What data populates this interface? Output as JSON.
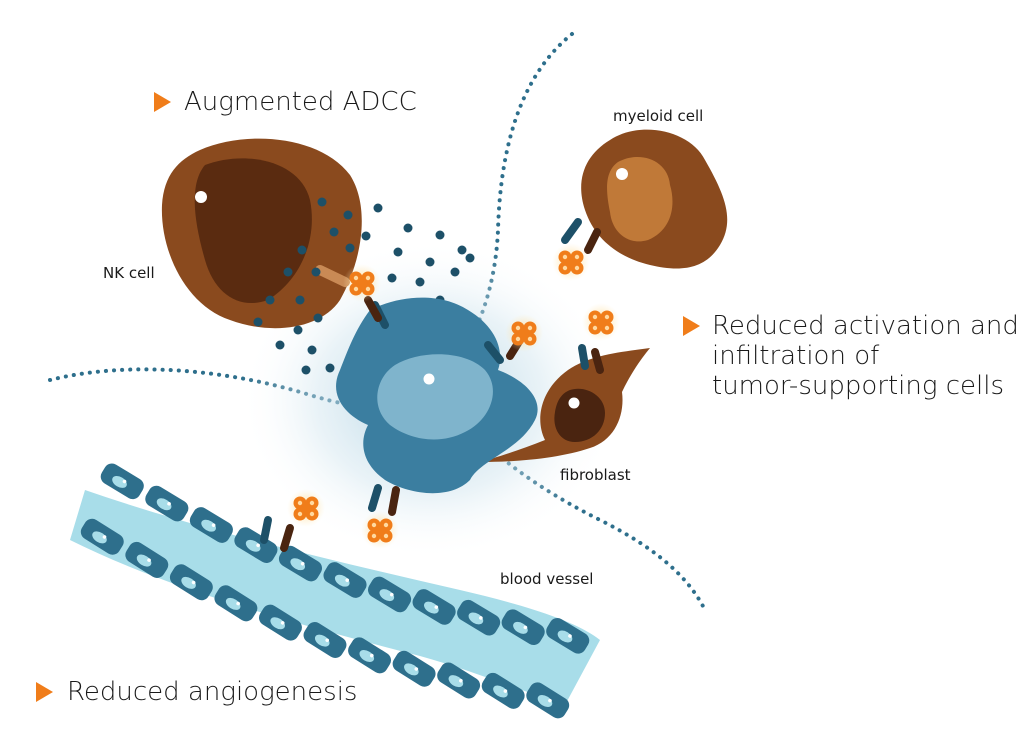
{
  "effects": {
    "adcc": "Augmented ADCC",
    "activation_line1": "Reduced activation and",
    "activation_line2": "infiltration of",
    "activation_line3": "tumor-supporting cells",
    "angiogenesis": "Reduced angiogenesis"
  },
  "cells": {
    "nk": "NK cell",
    "myeloid": "myeloid cell",
    "fibroblast": "fibroblast",
    "vessel": "blood vessel"
  },
  "colors": {
    "accent_orange": "#f07d1a",
    "tumor_blue": "#3b7ea0",
    "cell_brown": "#8a4a1e",
    "vessel_light": "#a8dde9",
    "granule_dark": "#1d5068"
  }
}
